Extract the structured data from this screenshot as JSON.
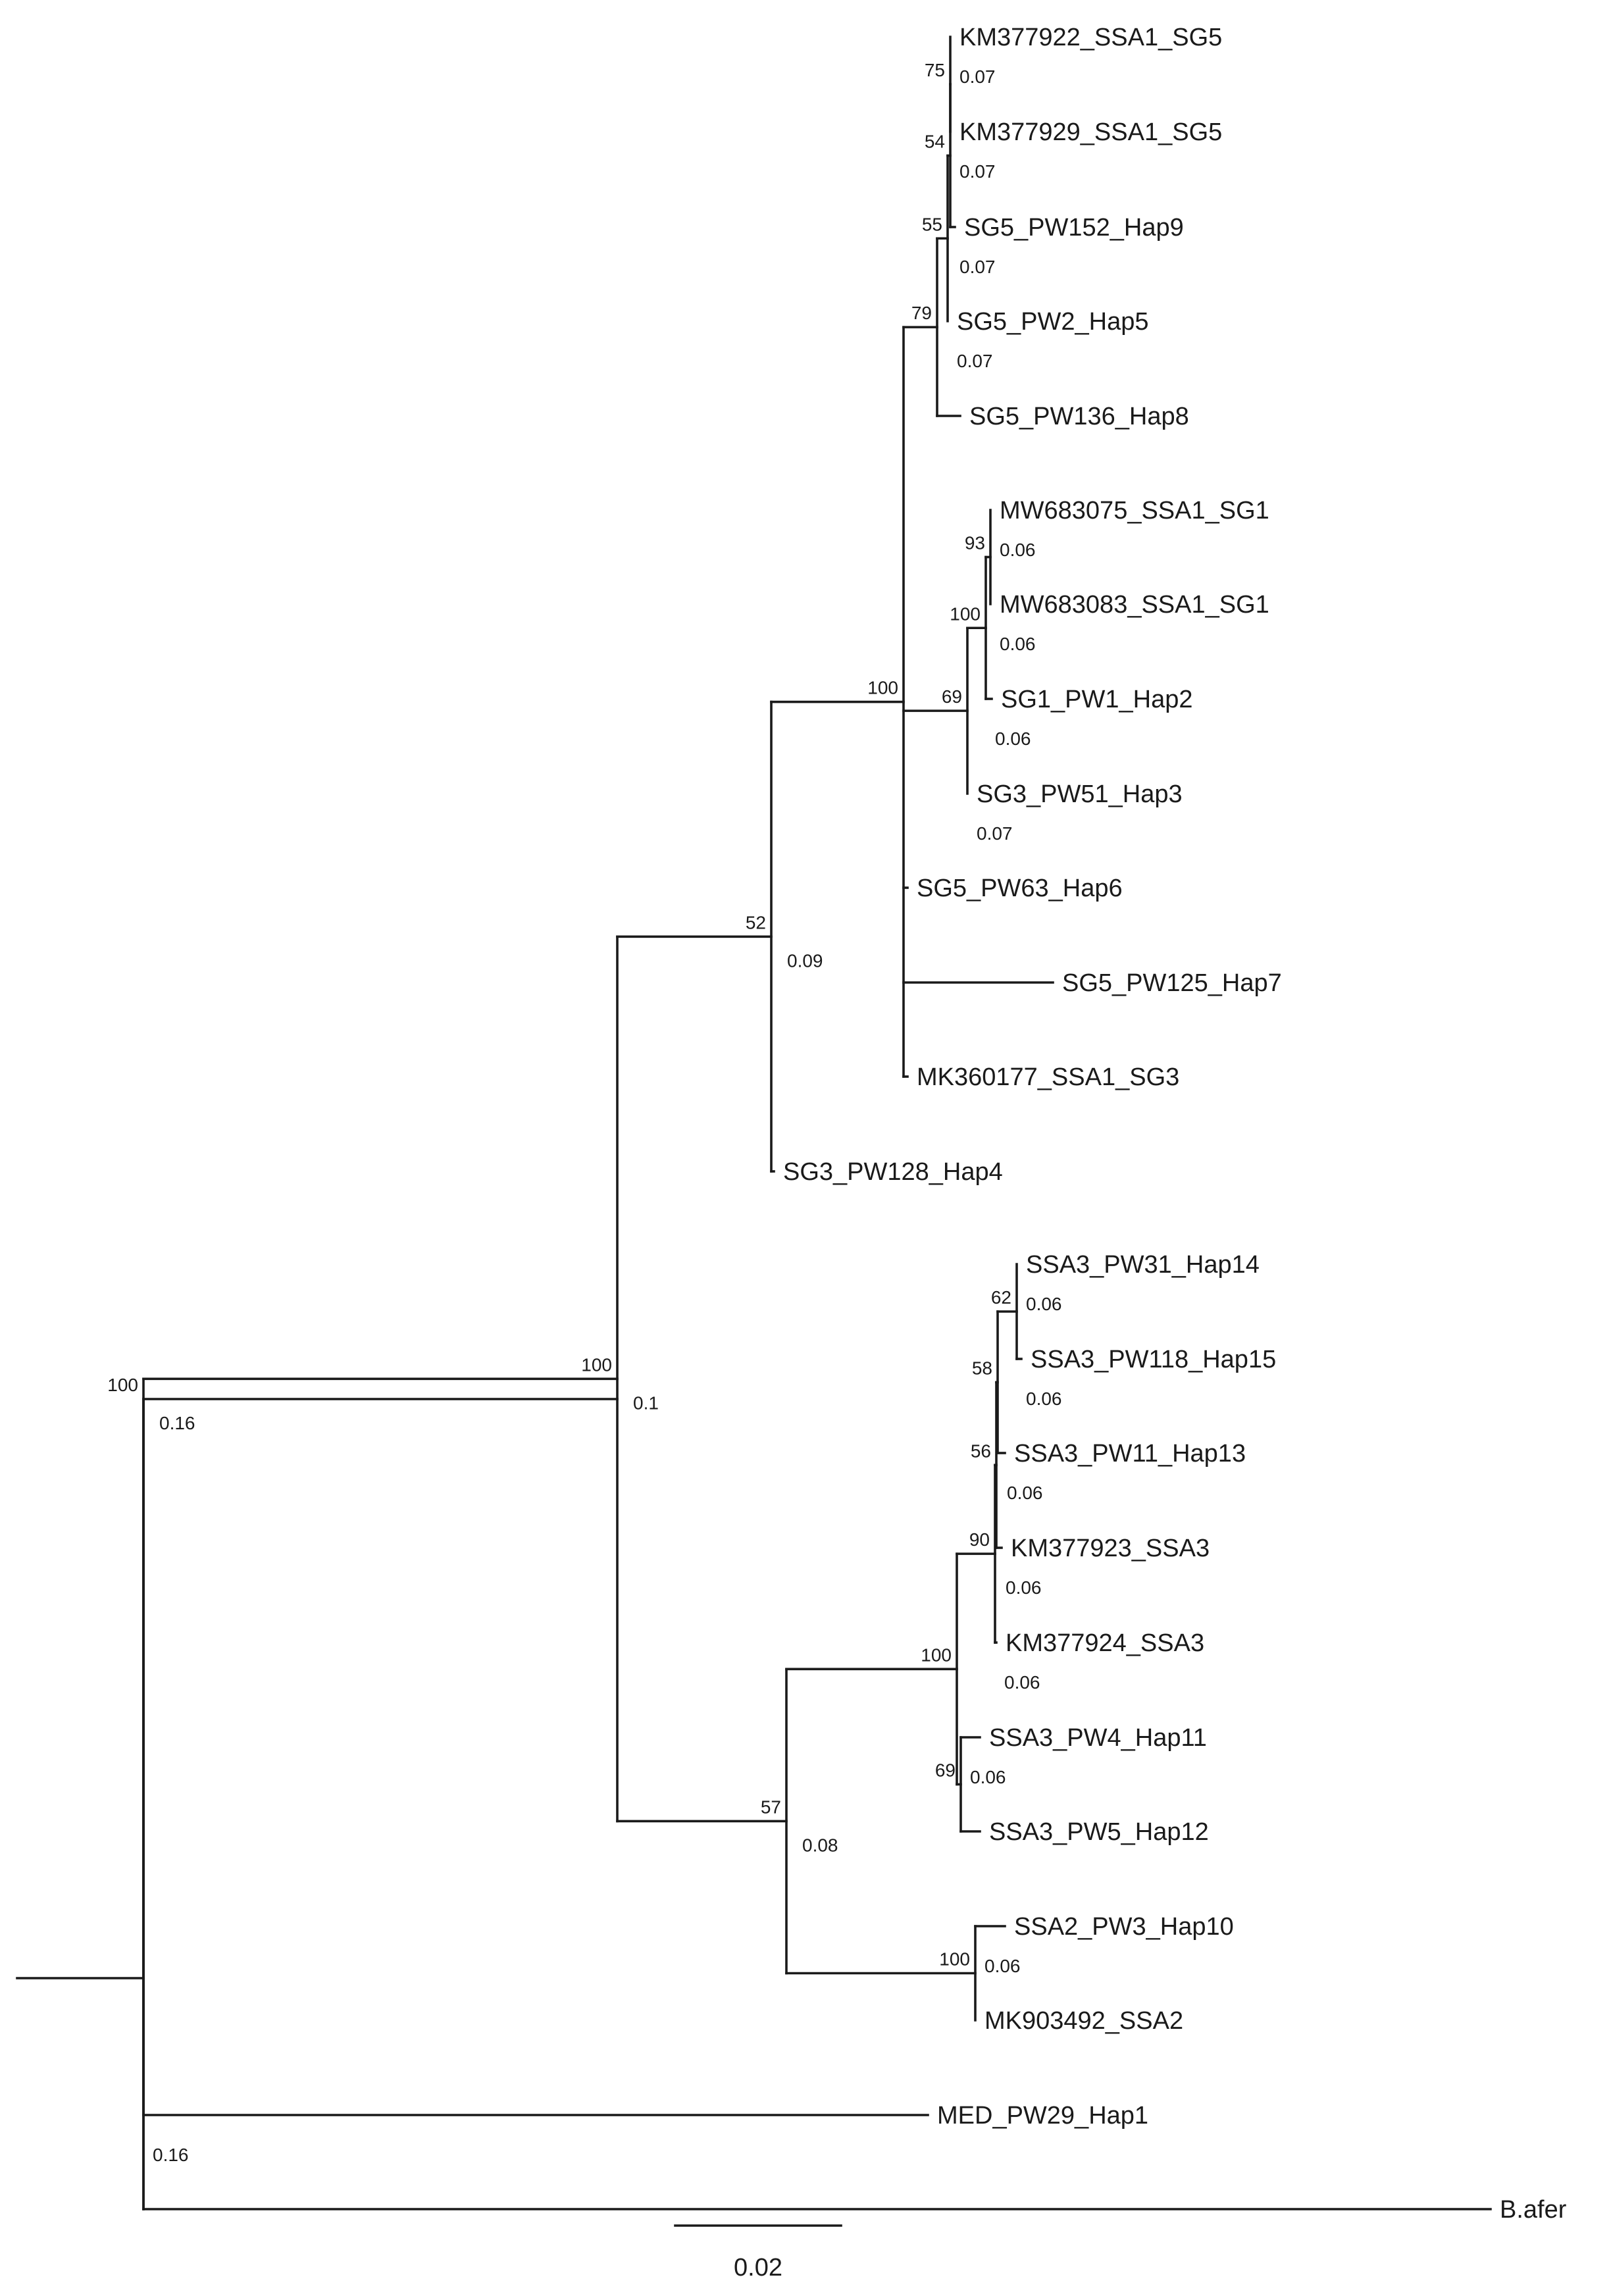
{
  "scale_bar": {
    "label": "0.02"
  },
  "nodes": [
    {
      "id": "n_root",
      "parent": null
    },
    {
      "id": "n_out",
      "parent": "n_root",
      "bootstrap": "100",
      "length_label": "0.16"
    },
    {
      "id": "n_main",
      "parent": "n_out",
      "bootstrap": "100",
      "length_label": "0.1"
    },
    {
      "id": "n_upper",
      "parent": "n_main",
      "bootstrap": "52",
      "length_label": "0.09"
    },
    {
      "id": "n_sg",
      "parent": "n_upper",
      "bootstrap": "100",
      "length_label": ""
    },
    {
      "id": "n_sg5",
      "parent": "n_sg",
      "bootstrap": "79",
      "length_label": ""
    },
    {
      "id": "n_sg5a",
      "parent": "n_sg5",
      "bootstrap": "55",
      "length_label": ""
    },
    {
      "id": "n_sg5b",
      "parent": "n_sg5a",
      "bootstrap": "54",
      "length_label": ""
    },
    {
      "id": "n_sg5c",
      "parent": "n_sg5b",
      "bootstrap": "75",
      "length_label": ""
    },
    {
      "id": "n_sg13",
      "parent": "n_sg",
      "bootstrap": "69",
      "length_label": ""
    },
    {
      "id": "n_sg1",
      "parent": "n_sg13",
      "bootstrap": "100",
      "length_label": ""
    },
    {
      "id": "n_sg1b",
      "parent": "n_sg1",
      "bootstrap": "93",
      "length_label": ""
    },
    {
      "id": "n_ssa",
      "parent": "n_main",
      "bootstrap": "57",
      "length_label": "0.08"
    },
    {
      "id": "n_ssa3",
      "parent": "n_ssa",
      "bootstrap": "100",
      "length_label": ""
    },
    {
      "id": "n_ssa3a",
      "parent": "n_ssa3",
      "bootstrap": "90",
      "length_label": ""
    },
    {
      "id": "n_ssa3b",
      "parent": "n_ssa3a",
      "bootstrap": "56",
      "length_label": ""
    },
    {
      "id": "n_ssa3c",
      "parent": "n_ssa3b",
      "bootstrap": "58",
      "length_label": ""
    },
    {
      "id": "n_ssa3d",
      "parent": "n_ssa3c",
      "bootstrap": "62",
      "length_label": ""
    },
    {
      "id": "n_ssa3e",
      "parent": "n_ssa3",
      "bootstrap": "69",
      "length_label": ""
    },
    {
      "id": "n_ssa2",
      "parent": "n_ssa",
      "bootstrap": "100",
      "length_label": ""
    }
  ],
  "taxa": [
    {
      "label": "KM377922_SSA1_SG5",
      "parent": "n_sg5c",
      "length_label": "0.07"
    },
    {
      "label": "KM377929_SSA1_SG5",
      "parent": "n_sg5c",
      "length_label": "0.07"
    },
    {
      "label": "SG5_PW152_Hap9",
      "parent": "n_sg5b",
      "length_label": "0.07"
    },
    {
      "label": "SG5_PW2_Hap5",
      "parent": "n_sg5a",
      "length_label": "0.07"
    },
    {
      "label": "SG5_PW136_Hap8",
      "parent": "n_sg5",
      "length_label": ""
    },
    {
      "label": "MW683075_SSA1_SG1",
      "parent": "n_sg1b",
      "length_label": "0.06"
    },
    {
      "label": "MW683083_SSA1_SG1",
      "parent": "n_sg1b",
      "length_label": "0.06"
    },
    {
      "label": "SG1_PW1_Hap2",
      "parent": "n_sg1",
      "length_label": "0.06"
    },
    {
      "label": "SG3_PW51_Hap3",
      "parent": "n_sg13",
      "length_label": "0.07"
    },
    {
      "label": "SG5_PW63_Hap6",
      "parent": "n_sg",
      "length_label": ""
    },
    {
      "label": "SG5_PW125_Hap7",
      "parent": "n_sg",
      "length_label": ""
    },
    {
      "label": "MK360177_SSA1_SG3",
      "parent": "n_sg",
      "length_label": ""
    },
    {
      "label": "SG3_PW128_Hap4",
      "parent": "n_upper",
      "length_label": ""
    },
    {
      "label": "SSA3_PW31_Hap14",
      "parent": "n_ssa3d",
      "length_label": "0.06"
    },
    {
      "label": "SSA3_PW118_Hap15",
      "parent": "n_ssa3d",
      "length_label": "0.06"
    },
    {
      "label": "SSA3_PW11_Hap13",
      "parent": "n_ssa3c",
      "length_label": "0.06"
    },
    {
      "label": "KM377923_SSA3",
      "parent": "n_ssa3b",
      "length_label": "0.06"
    },
    {
      "label": "KM377924_SSA3",
      "parent": "n_ssa3a",
      "length_label": "0.06"
    },
    {
      "label": "SSA3_PW4_Hap11",
      "parent": "n_ssa3e",
      "length_label": "0.06"
    },
    {
      "label": "SSA3_PW5_Hap12",
      "parent": "n_ssa3e",
      "length_label": ""
    },
    {
      "label": "SSA2_PW3_Hap10",
      "parent": "n_ssa2",
      "length_label": "0.06"
    },
    {
      "label": "MK903492_SSA2",
      "parent": "n_ssa2",
      "length_label": ""
    },
    {
      "label": "MED_PW29_Hap1",
      "parent": "n_out",
      "length_label": "0.16"
    },
    {
      "label": "B.afer",
      "parent": "n_root",
      "length_label": ""
    }
  ]
}
